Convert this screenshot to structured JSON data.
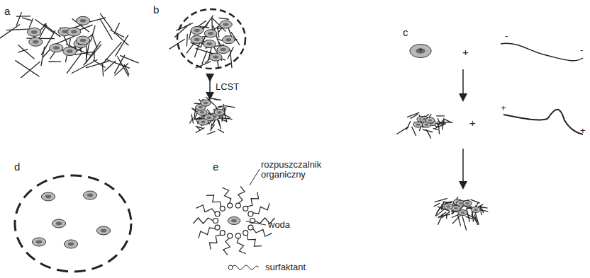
{
  "diagram": {
    "labels": [
      "a",
      "b",
      "LCST",
      "c",
      "+",
      "+",
      "-",
      "-",
      "+",
      "+",
      "+",
      "d",
      "e",
      "rozpuszczalnik organiczny",
      "woda",
      "surfaktant"
    ]
  }
}
